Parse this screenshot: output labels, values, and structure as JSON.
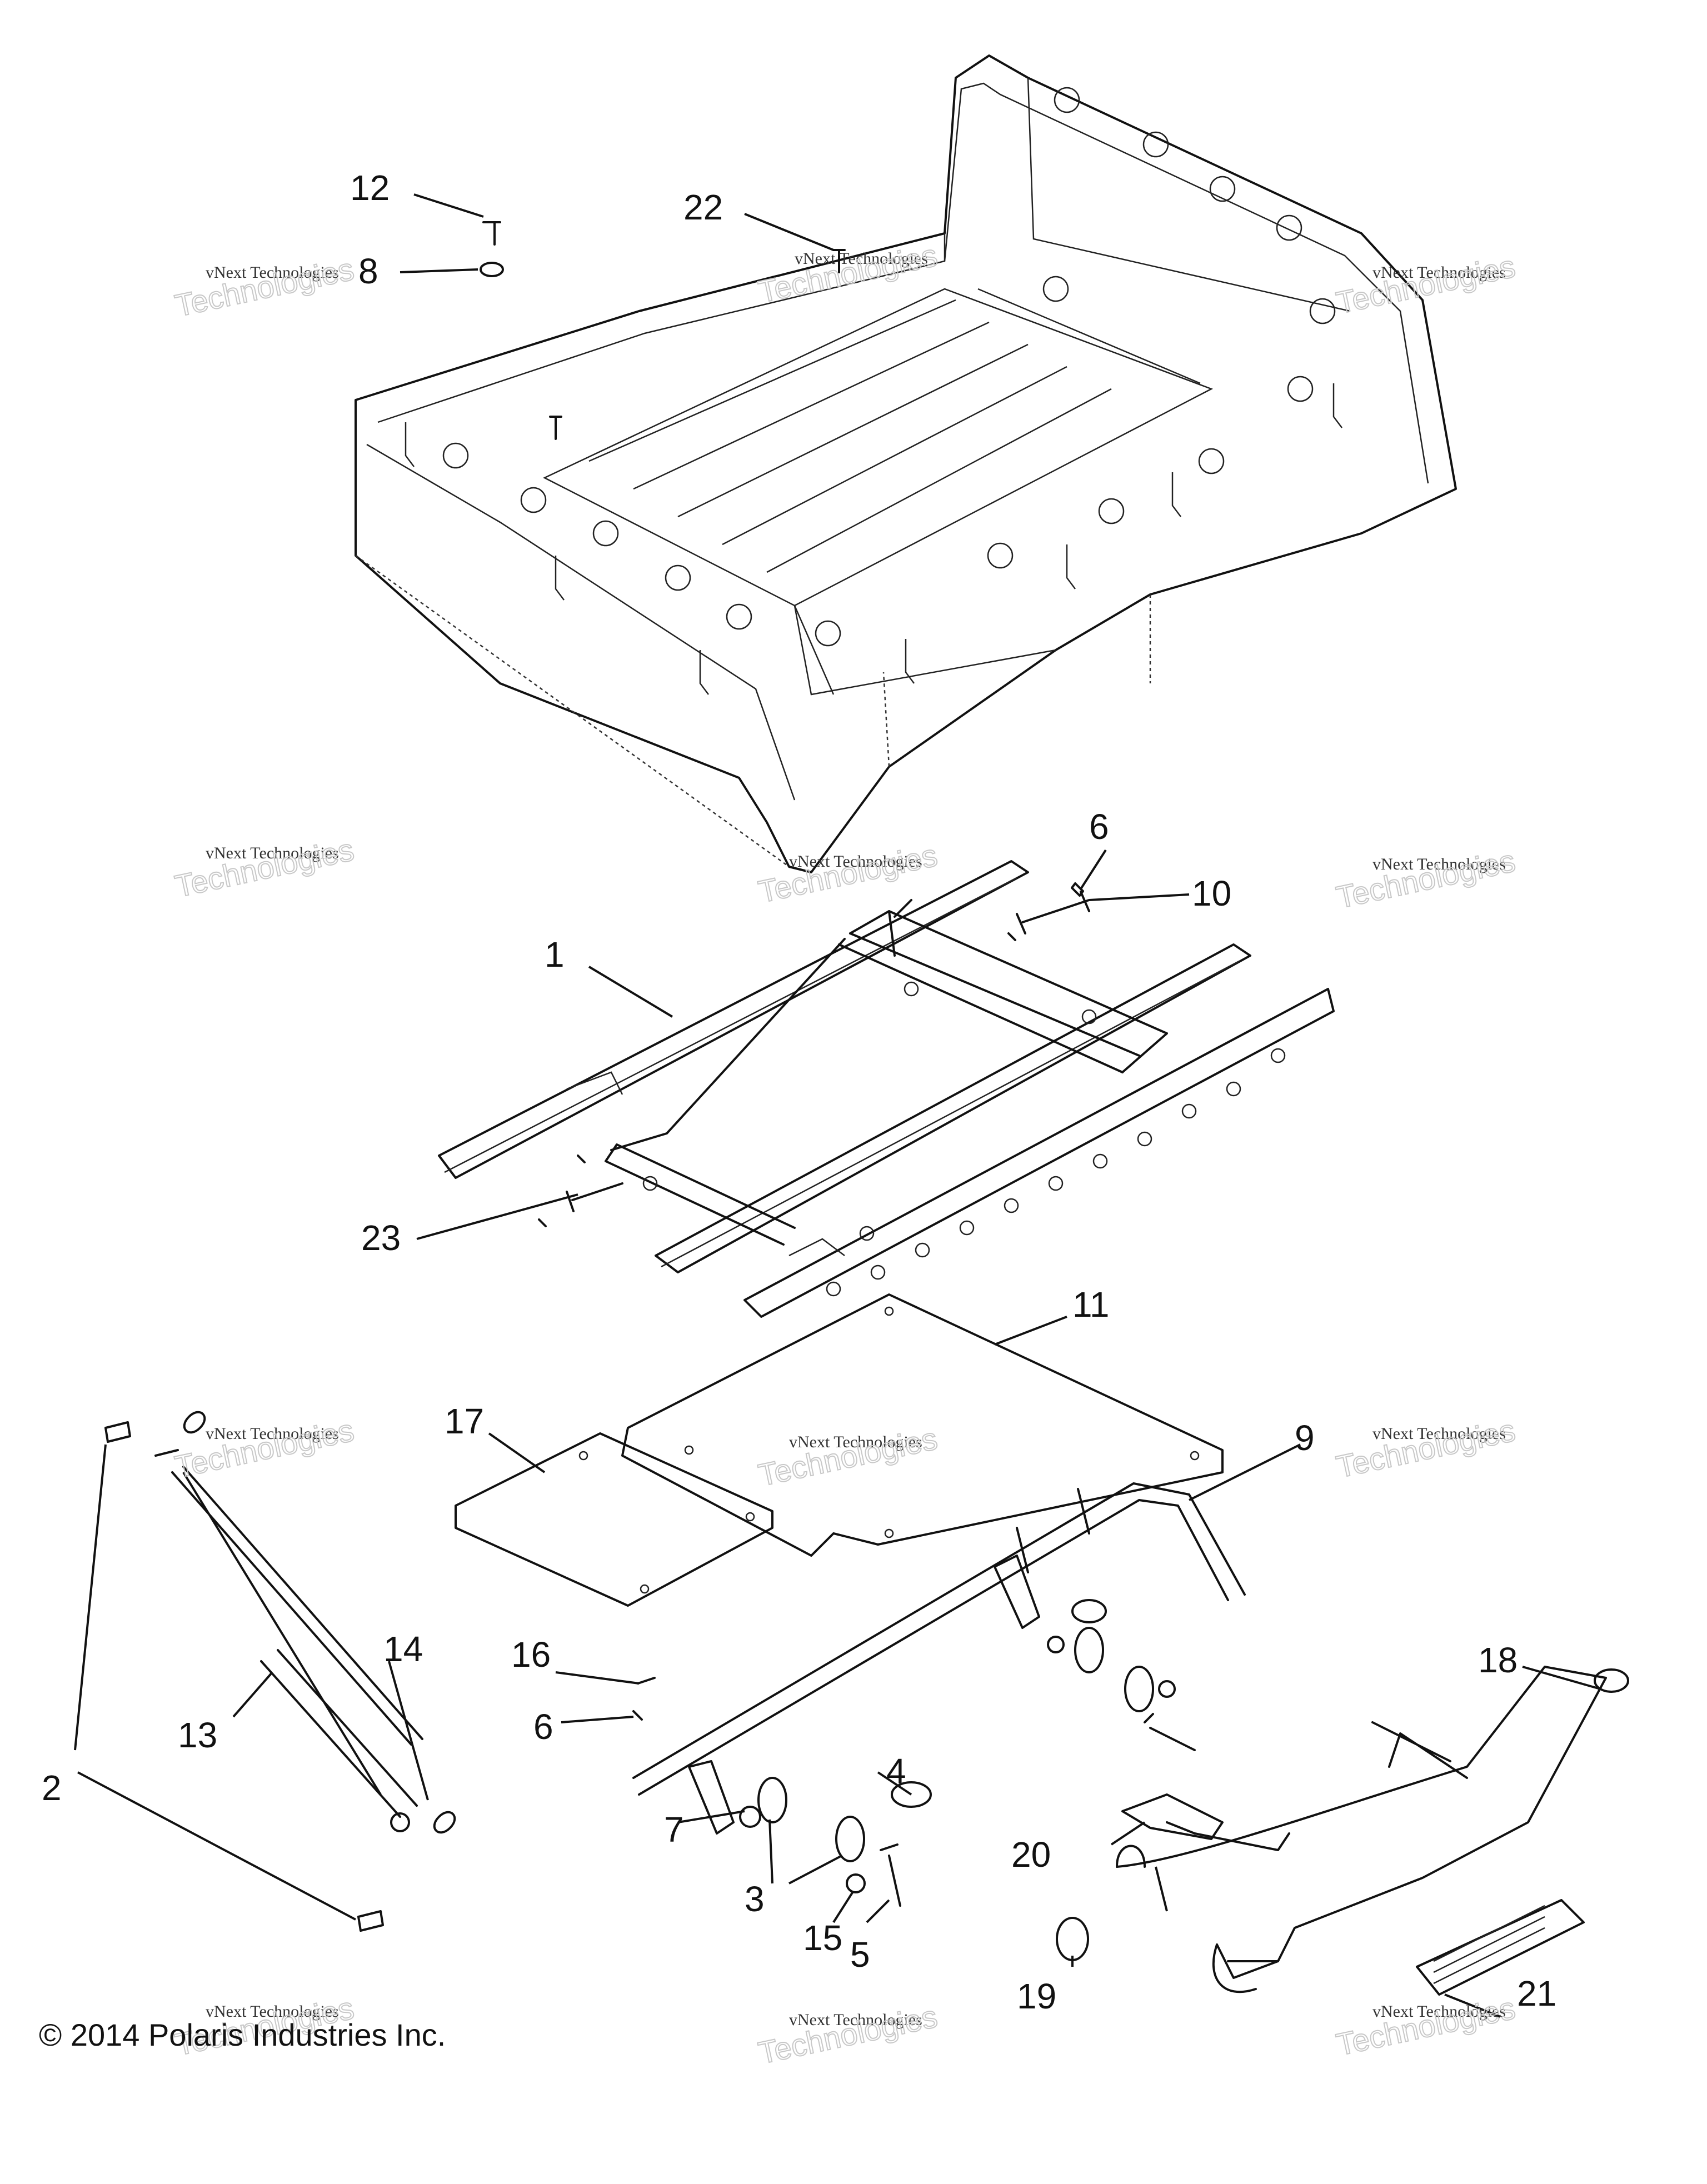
{
  "callouts": {
    "c1": "1",
    "c2": "2",
    "c3": "3",
    "c4": "4",
    "c5": "5",
    "c6a": "6",
    "c6b": "6",
    "c7": "7",
    "c8": "8",
    "c9": "9",
    "c10": "10",
    "c11": "11",
    "c12": "12",
    "c13": "13",
    "c14": "14",
    "c15": "15",
    "c16": "16",
    "c17": "17",
    "c18": "18",
    "c19": "19",
    "c20": "20",
    "c21": "21",
    "c22": "22",
    "c23": "23"
  },
  "watermark": {
    "line1": "vNext Technologies",
    "line2": "Technologies"
  },
  "copyright": "© 2014 Polaris Industries Inc."
}
